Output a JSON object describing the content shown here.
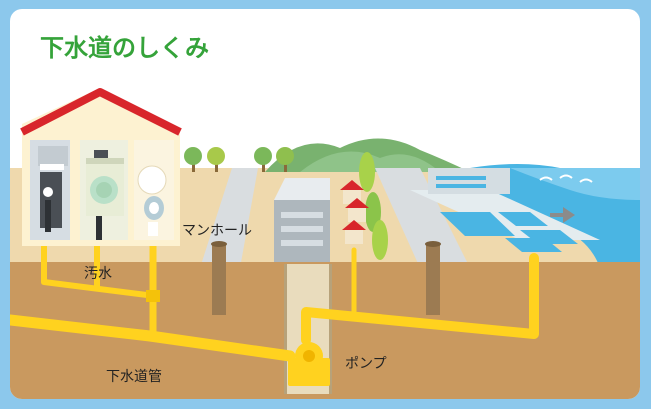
{
  "title": "下水道のしくみ",
  "labels": {
    "manhole": "マンホール",
    "sewage": "汚水",
    "sewer_pipe": "下水道管",
    "pump": "ポンプ"
  },
  "colors": {
    "frame": "#8cc8ec",
    "title": "#35a33a",
    "pipe": "#ffd21f",
    "ground": "#c9995f",
    "surface": "#efd9ad",
    "road": "#d9dde0",
    "water": "#4ab5e3",
    "roof": "#d8262b",
    "hill": "#79b26f"
  },
  "icons": [
    "house-icon",
    "sink-icon",
    "washing-machine-icon",
    "toilet-icon",
    "tree-icon",
    "building-icon",
    "treatment-plant-icon",
    "arrow-right-icon",
    "pump-icon"
  ]
}
